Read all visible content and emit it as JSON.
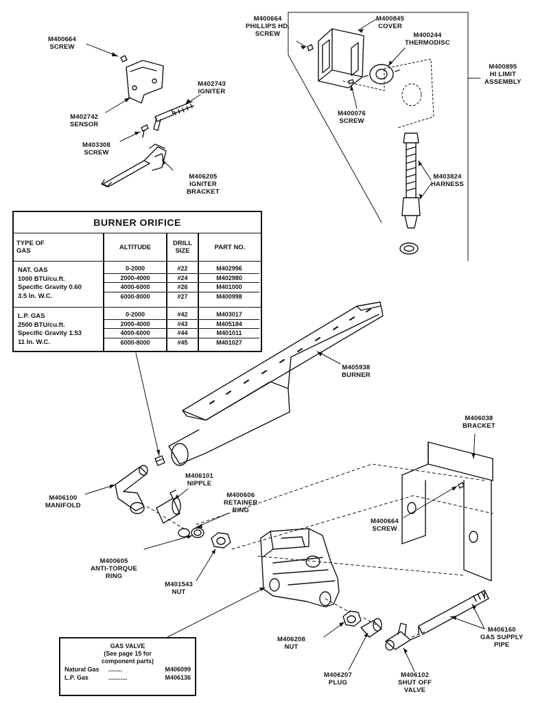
{
  "labels": {
    "screw_top": [
      "M400664",
      "SCREW"
    ],
    "sensor": [
      "M402742",
      "SENSOR"
    ],
    "igniter": [
      "M402743",
      "IGNITER"
    ],
    "screw_bracket": [
      "M403308",
      "SCREW"
    ],
    "igniter_bracket": [
      "M406205",
      "IGNITER",
      "BRACKET"
    ],
    "phillips_screw": [
      "M400664",
      "PHILLIPS HD.",
      "SCREW"
    ],
    "cover": [
      "M400845",
      "COVER"
    ],
    "thermodisc": [
      "M400244",
      "THERMODISC"
    ],
    "hi_limit": [
      "M400895",
      "HI LIMIT",
      "ASSEMBLY"
    ],
    "screw_thermo": [
      "M400076",
      "SCREW"
    ],
    "harness": [
      "M403824",
      "HARNESS"
    ],
    "burner": [
      "M405938",
      "BURNER"
    ],
    "bracket": [
      "M406038",
      "BRACKET"
    ],
    "nipple": [
      "M406101",
      "NIPPLE"
    ],
    "manifold": [
      "M406100",
      "MANIFOLD"
    ],
    "retainer_ring": [
      "M400606",
      "RETAINER",
      "RING"
    ],
    "screw_bracket2": [
      "M400664",
      "SCREW"
    ],
    "anti_torque": [
      "M400605",
      "ANTI-TORQUE",
      "RING"
    ],
    "nut_1543": [
      "M401543",
      "NUT"
    ],
    "gas_supply": [
      "M406160",
      "GAS SUPPLY",
      "PIPE"
    ],
    "nut_208": [
      "M406208",
      "NUT"
    ],
    "plug": [
      "M406207",
      "PLUG"
    ],
    "shutoff": [
      "M406102",
      "SHUT OFF",
      "VALVE"
    ]
  },
  "orifice_table": {
    "title": "BURNER ORIFICE",
    "headers": {
      "type": [
        "TYPE OF",
        "GAS"
      ],
      "altitude": "ALTITUDE",
      "drill": [
        "DRILL",
        "SIZE"
      ],
      "part": "PART NO."
    },
    "groups": [
      {
        "gas": [
          "NAT. GAS",
          "1000 BTU/cu.ft.",
          "Specific Gravity 0.60",
          "3.5 In. W.C."
        ],
        "rows": [
          {
            "altitude": "0-2000",
            "drill": "#22",
            "part": "M402996"
          },
          {
            "altitude": "2000-4000",
            "drill": "#24",
            "part": "M402980"
          },
          {
            "altitude": "4000-6000",
            "drill": "#26",
            "part": "M401000"
          },
          {
            "altitude": "6000-8000",
            "drill": "#27",
            "part": "M400998"
          }
        ]
      },
      {
        "gas": [
          "L.P. GAS",
          "2500 BTU/cu.ft.",
          "Specific Gravity 1.53",
          "11 In. W.C."
        ],
        "rows": [
          {
            "altitude": "0-2000",
            "drill": "#42",
            "part": "M403017"
          },
          {
            "altitude": "2000-4000",
            "drill": "#43",
            "part": "M405184"
          },
          {
            "altitude": "4000-6000",
            "drill": "#44",
            "part": "M401011"
          },
          {
            "altitude": "6000-8000",
            "drill": "#45",
            "part": "M401027"
          }
        ]
      }
    ]
  },
  "gas_valve_box": {
    "title": "GAS VALVE",
    "note1": "(See page 15 for",
    "note2": "component parts)",
    "natural_label": "Natural Gas",
    "natural_dots": "........",
    "natural_part": "M406099",
    "lp_label": "L.P. Gas",
    "lp_dots": "...........",
    "lp_part": "M406136"
  }
}
